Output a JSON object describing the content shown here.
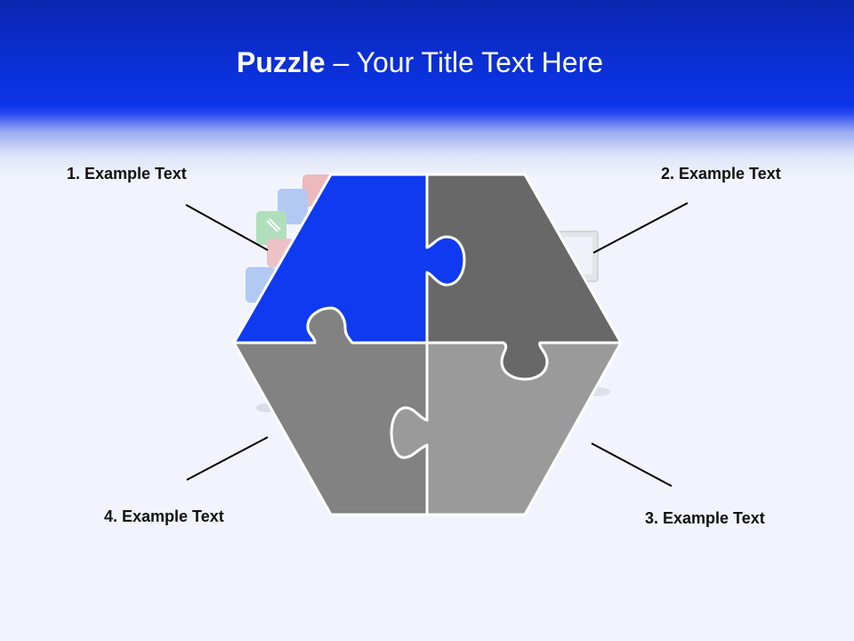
{
  "title": {
    "bold": "Puzzle",
    "rest": " – Your Title Text Here"
  },
  "labels": [
    "1. Example Text",
    "2. Example Text",
    "3. Example Text",
    "4. Example Text"
  ],
  "colors": {
    "header": "#0a2fd4",
    "background": "#f1f4fc",
    "piece_1": "#0f3af0",
    "piece_2": "#686868",
    "piece_3": "#9a9a9a",
    "piece_4": "#828282",
    "outline": "#ffffff",
    "connector": "#000000"
  },
  "icons": [
    "app-tiles-icon",
    "tablet-device-icon"
  ]
}
